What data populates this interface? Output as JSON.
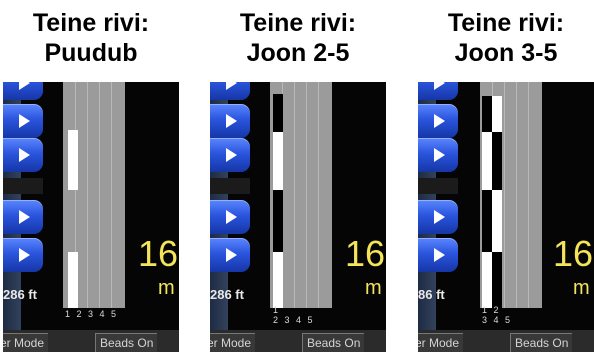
{
  "panels": [
    {
      "title_line1": "Teine rivi:",
      "title_line2": "Puudub",
      "row_labels_line1": "1 2 3 4 5",
      "row_labels_line2": "",
      "value": "16",
      "unit": "m",
      "distance": "286 ft",
      "bottom_tab_1": "er Mode",
      "bottom_tab_2": "Beads On"
    },
    {
      "title_line1": "Teine rivi:",
      "title_line2": "Joon 2-5",
      "row_labels_line1": "1",
      "row_labels_line2": "2 3 4 5",
      "value": "16",
      "unit": "m",
      "distance": "286 ft",
      "bottom_tab_1": "er Mode",
      "bottom_tab_2": "Beads On"
    },
    {
      "title_line1": "Teine rivi:",
      "title_line2": "Joon 3-5",
      "row_labels_line1": "1 2",
      "row_labels_line2": "3 4 5",
      "value": "16",
      "unit": "m",
      "distance": "86 ft",
      "bottom_tab_1": "er Mode",
      "bottom_tab_2": "Beads On"
    }
  ],
  "colors": {
    "button_blue": "#2a55dd",
    "readout_yellow": "#f4e45a",
    "lane_gray": "#9b9b9b"
  },
  "icons": {
    "lane_button": "play-triangle-icon"
  }
}
